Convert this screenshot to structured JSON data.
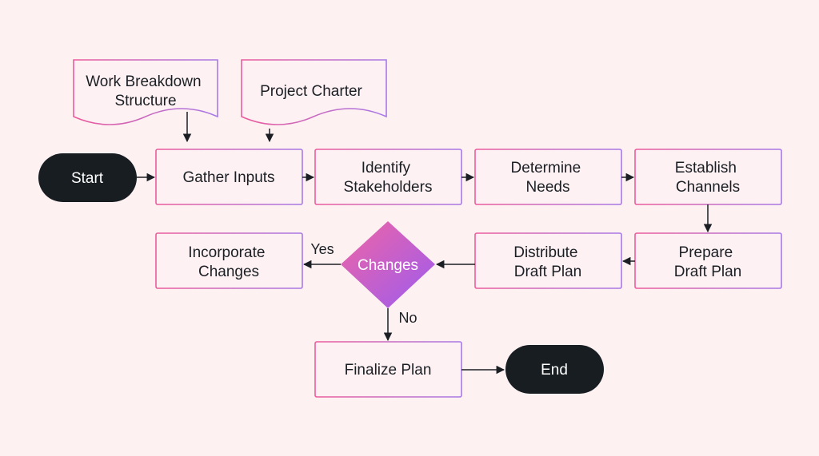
{
  "colors": {
    "background": "#fdf1f2",
    "terminal_fill": "#181d22",
    "node_fill": "#fdf1f3",
    "border_gradient": [
      "#ec5b9b",
      "#a779e6"
    ],
    "decision_gradient": [
      "#f064a4",
      "#9c5cf0"
    ],
    "arrow": "#1b1f24"
  },
  "nodes": {
    "wbs": {
      "lines": [
        "Work Breakdown",
        "Structure"
      ]
    },
    "charter": {
      "lines": [
        "Project Charter"
      ]
    },
    "start": {
      "lines": [
        "Start"
      ]
    },
    "gather": {
      "lines": [
        "Gather Inputs"
      ]
    },
    "identify": {
      "lines": [
        "Identify",
        "Stakeholders"
      ]
    },
    "determine": {
      "lines": [
        "Determine",
        "Needs"
      ]
    },
    "establish": {
      "lines": [
        "Establish",
        "Channels"
      ]
    },
    "prepare": {
      "lines": [
        "Prepare",
        "Draft Plan"
      ]
    },
    "distribute": {
      "lines": [
        "Distribute",
        "Draft Plan"
      ]
    },
    "changes": {
      "lines": [
        "Changes"
      ]
    },
    "incorporate": {
      "lines": [
        "Incorporate",
        "Changes"
      ]
    },
    "finalize": {
      "lines": [
        "Finalize Plan"
      ]
    },
    "end": {
      "lines": [
        "End"
      ]
    }
  },
  "edges": {
    "yes_label": "Yes",
    "no_label": "No"
  }
}
